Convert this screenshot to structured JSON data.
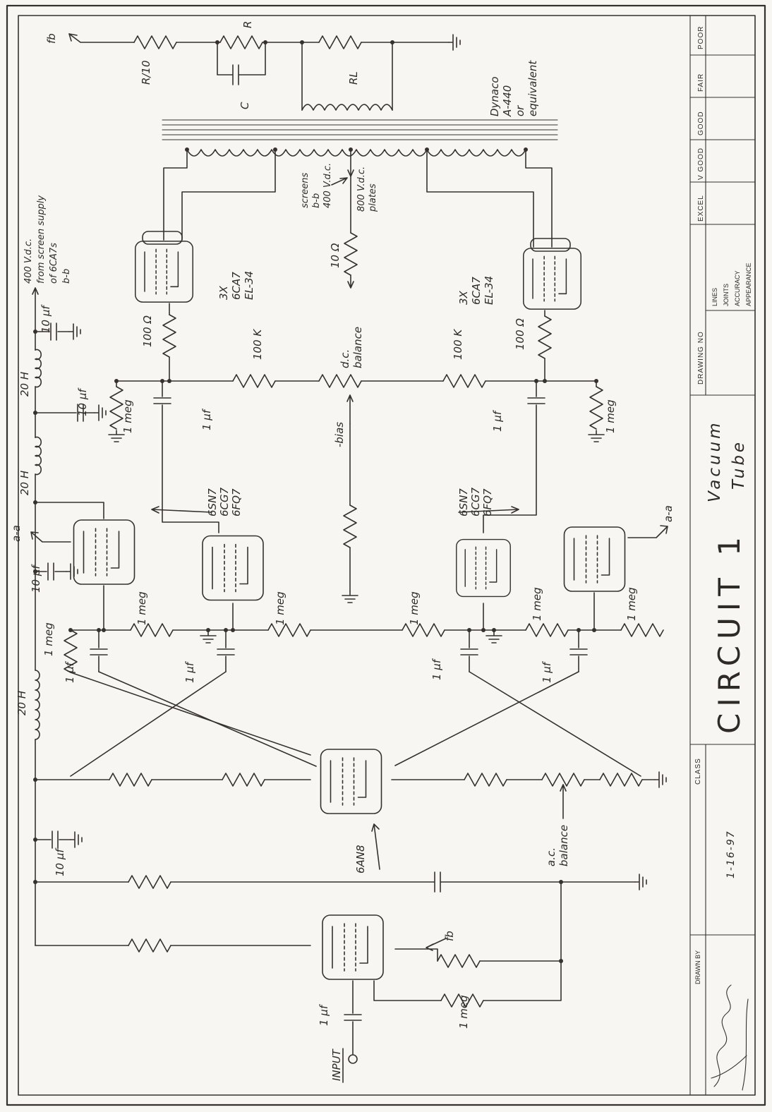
{
  "sheet": {
    "paper_color": "#f7f6f2",
    "ink_color": "#35322e"
  },
  "title_block": {
    "grades_top_to_bottom": [
      "POOR",
      "FAIR",
      "GOOD",
      "V GOOD",
      "EXCEL"
    ],
    "drawing_no_label": "DRAWING NO",
    "criteria": [
      "LINES",
      "JOINTS",
      "ACCURACY",
      "APPEARANCE"
    ],
    "title_main": "CIRCUIT 1",
    "title_script_1": "Vacuum",
    "title_script_2": "Tube",
    "class_label": "CLASS",
    "date": "1-16-97",
    "drawn_by_label": "DRAWN BY"
  },
  "schematic": {
    "labels": {
      "fb": "fb",
      "r_over_10": "R/10",
      "r": "R",
      "c": "C",
      "rl": "RL",
      "dynaco": [
        "Dynaco",
        "A-440",
        "or",
        "equivalent"
      ],
      "screens": [
        "screens",
        "b-b",
        "400 V.d.c."
      ],
      "plates": [
        "800 V.d.c.",
        "plates"
      ],
      "ten_ohm": "10 Ω",
      "output_tubes": [
        "3X",
        "6CA7",
        "EL-34"
      ],
      "screen_supply_note": [
        "400 V.d.c.",
        "from screen supply",
        "of 6CA7s",
        "b-b"
      ],
      "ten_uf": "10 μf",
      "twenty_h": "20 H",
      "hundred_ohm": "100 Ω",
      "hundred_k": "100 K",
      "dc_balance": [
        "d.c.",
        "balance"
      ],
      "bias": "-bias",
      "one_meg": "1 meg",
      "one_uf": "1 μf",
      "driver_tubes": [
        "6SN7",
        "6CG7",
        "6FQ7"
      ],
      "aa": "a-a",
      "tube_6an8": "6AN8",
      "ac_balance": [
        "a.c.",
        "balance"
      ],
      "input": "INPUT"
    }
  }
}
